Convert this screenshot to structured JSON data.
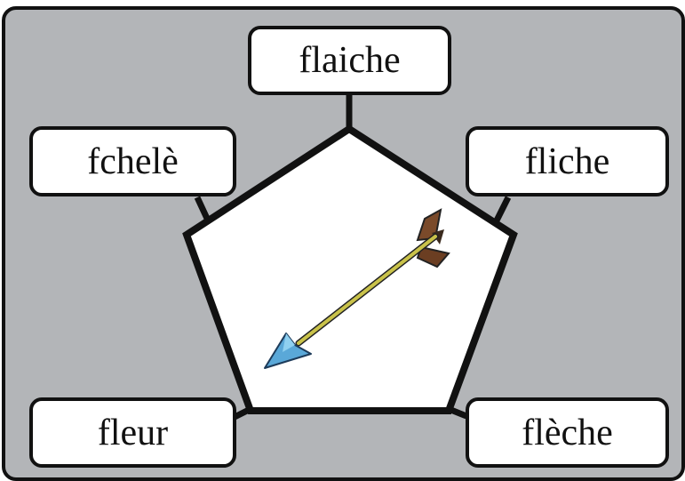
{
  "choices": {
    "top": "flaiche",
    "left": "fchelè",
    "right": "fliche",
    "bottom_left": "fleur",
    "bottom_right": "flèche"
  },
  "picture": {
    "icon": "arrow-icon"
  },
  "colors": {
    "panel": "#b3b5b8",
    "outline": "#111111",
    "shaft": "#c9c24a",
    "arrowhead": "#5aa8d8",
    "fletching": "#7a4a2a"
  }
}
